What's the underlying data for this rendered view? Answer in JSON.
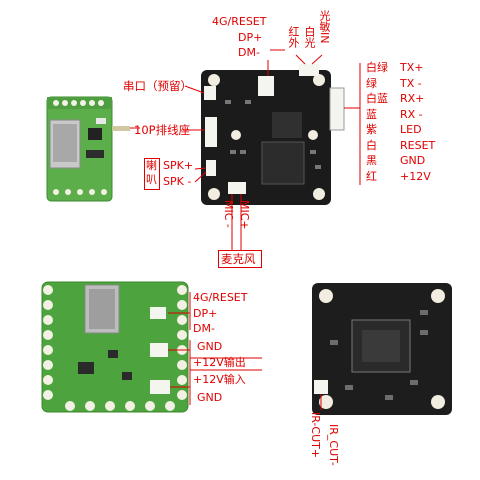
{
  "main_board": {
    "top_labels": [
      "4G/RESET",
      "DP+",
      "DM-"
    ],
    "vertical_groups": [
      [
        "红",
        "外"
      ],
      [
        "白",
        "光"
      ],
      [
        "光",
        "敏",
        "IN"
      ]
    ],
    "serial_label": "串口（预留）",
    "ribbon_label": "10P排线座",
    "speaker_box": [
      "喇",
      "叭"
    ],
    "speaker_pins": [
      "SPK+",
      "SPK -"
    ],
    "mic_pins": [
      "MIC -",
      "MIC+"
    ],
    "mic_label": "麦克风",
    "wire_colors": [
      "白绿",
      "绿",
      "白蓝",
      "蓝",
      "紫",
      "白",
      "黑",
      "红"
    ],
    "wire_signals": [
      "TX+",
      "TX -",
      "RX+",
      "RX -",
      "LED",
      "RESET",
      "GND",
      "+12V"
    ]
  },
  "adapter_board": {
    "labels": [
      "4G/RESET",
      "DP+",
      "DM-",
      "GND",
      "+12V输出",
      "+12V输入",
      "GND"
    ]
  },
  "camera_board": {
    "ir_labels": [
      "IR-CUT+",
      "IR_CUT-"
    ]
  }
}
